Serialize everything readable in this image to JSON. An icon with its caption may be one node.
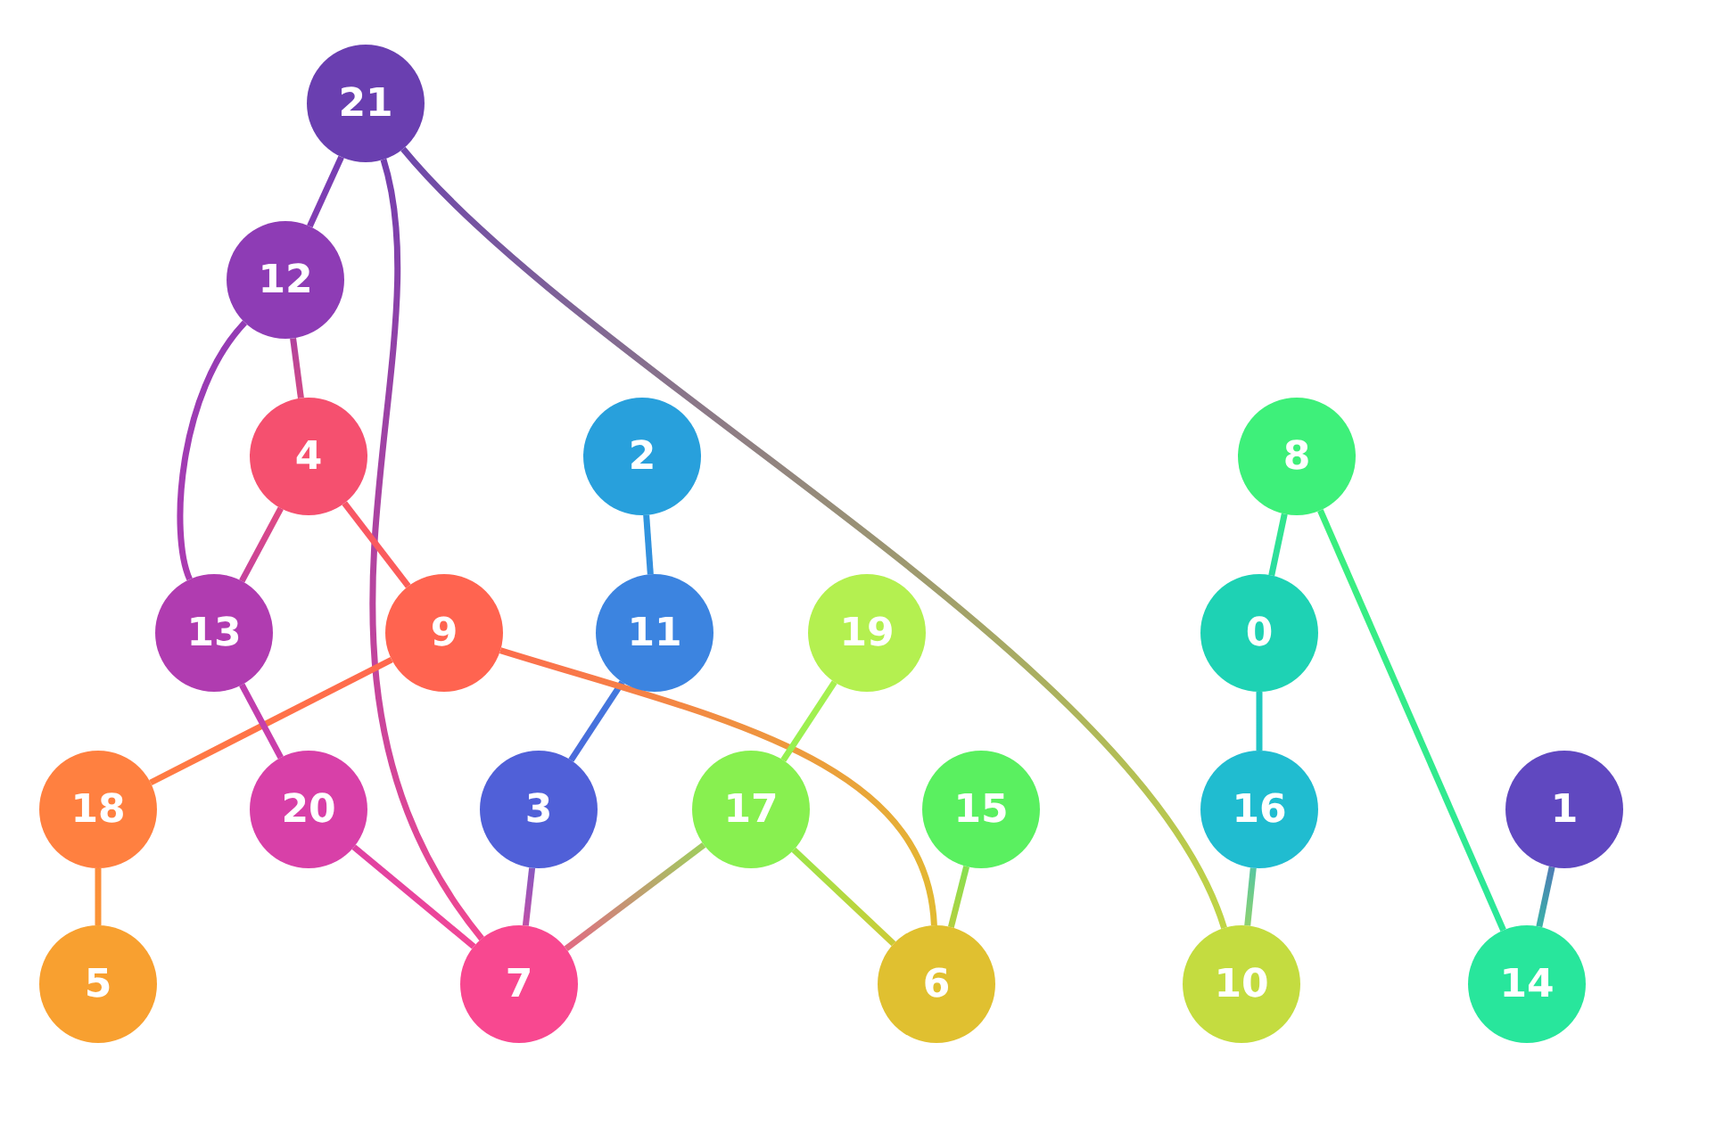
{
  "diagram": {
    "nodes": [
      {
        "text": [
          "21"
        ]
      },
      {
        "text": [
          "12"
        ]
      },
      {
        "text": [
          "4"
        ]
      },
      {
        "text": [
          "2"
        ]
      },
      {
        "text": [
          "8"
        ]
      },
      {
        "text": [
          "13"
        ]
      },
      {
        "text": [
          "9"
        ]
      },
      {
        "text": [
          "11"
        ]
      },
      {
        "text": [
          "19"
        ]
      },
      {
        "text": [
          "0"
        ]
      },
      {
        "text": [
          "18"
        ]
      },
      {
        "text": [
          "20"
        ]
      },
      {
        "text": [
          "3"
        ]
      },
      {
        "text": [
          "17"
        ]
      },
      {
        "text": [
          "15"
        ]
      },
      {
        "text": [
          "16"
        ]
      },
      {
        "text": [
          "1"
        ]
      },
      {
        "text": [
          "5"
        ]
      },
      {
        "text": [
          "7"
        ]
      },
      {
        "text": [
          "6"
        ]
      },
      {
        "text": [
          "10"
        ]
      },
      {
        "text": [
          "14"
        ]
      }
    ],
    "edges": [
      {
        "from": 0,
        "to": 1,
        "arrow": "none"
      },
      {
        "from": 0,
        "to": 18,
        "arrow": "none"
      },
      {
        "from": 0,
        "to": 20,
        "arrow": "none"
      },
      {
        "from": 1,
        "to": 2,
        "arrow": "none"
      },
      {
        "from": 1,
        "to": 5,
        "arrow": "none"
      },
      {
        "from": 2,
        "to": 5,
        "arrow": "none"
      },
      {
        "from": 2,
        "to": 6,
        "arrow": "none"
      },
      {
        "from": 3,
        "to": 7,
        "arrow": "none"
      },
      {
        "from": 7,
        "to": 12,
        "arrow": "none"
      },
      {
        "from": 6,
        "to": 10,
        "arrow": "none"
      },
      {
        "from": 6,
        "to": 19,
        "arrow": "none"
      },
      {
        "from": 5,
        "to": 11,
        "arrow": "none"
      },
      {
        "from": 11,
        "to": 18,
        "arrow": "none"
      },
      {
        "from": 12,
        "to": 18,
        "arrow": "none"
      },
      {
        "from": 13,
        "to": 18,
        "arrow": "none"
      },
      {
        "from": 8,
        "to": 13,
        "arrow": "none"
      },
      {
        "from": 13,
        "to": 19,
        "arrow": "none"
      },
      {
        "from": 14,
        "to": 19,
        "arrow": "none"
      },
      {
        "from": 10,
        "to": 17,
        "arrow": "none"
      },
      {
        "from": 4,
        "to": 9,
        "arrow": "none"
      },
      {
        "from": 9,
        "to": 15,
        "arrow": "none"
      },
      {
        "from": 15,
        "to": 20,
        "arrow": "none"
      },
      {
        "from": 4,
        "to": 21,
        "arrow": "none"
      },
      {
        "from": 16,
        "to": 21,
        "arrow": "none"
      }
    ]
  }
}
